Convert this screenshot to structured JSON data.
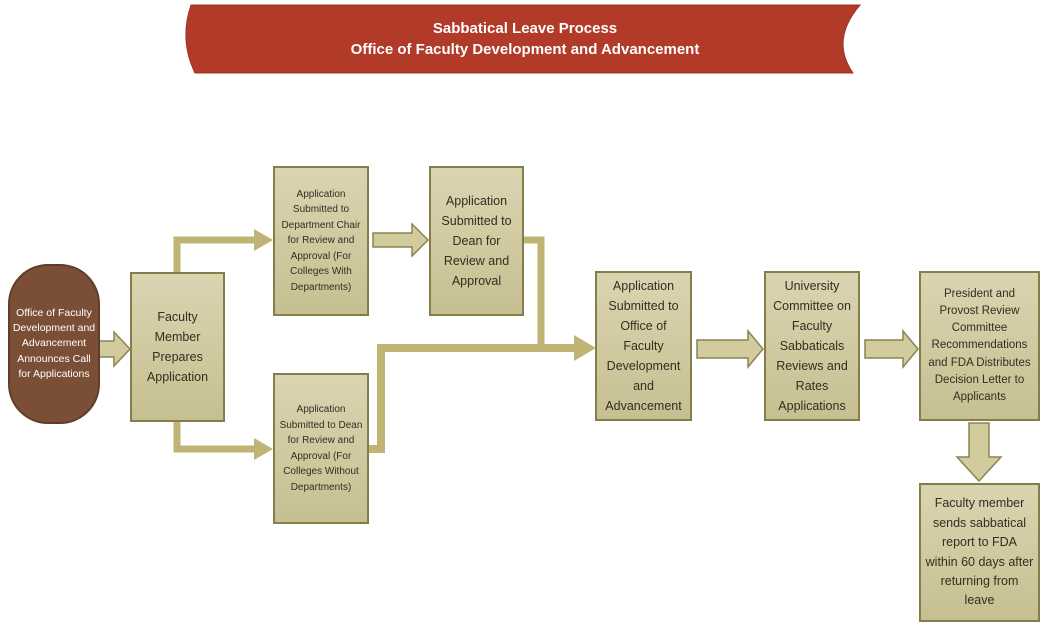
{
  "banner": {
    "title_line1": "Sabbatical Leave Process",
    "title_line2": "Office of Faculty Development and Advancement"
  },
  "nodes": {
    "start": {
      "label": "Office of Faculty Development and Advancement Announces Call for Applications"
    },
    "prepare": {
      "label": "Faculty Member Prepares Application"
    },
    "dept_chair": {
      "label": "Application Submitted to Department Chair for Review and Approval (For Colleges With Departments)"
    },
    "dean_with_depts": {
      "label": "Application Submitted to Dean for Review and Approval"
    },
    "dean_without_depts": {
      "label": "Application Submitted to Dean for Review and Approval (For Colleges Without Departments)"
    },
    "fda_office": {
      "label": "Application Submitted to Office of Faculty Development and Advancement"
    },
    "committee": {
      "label": "University Committee on Faculty Sabbaticals Reviews and Rates Applications"
    },
    "president_provost": {
      "label": "President and Provost Review Committee Recommendations and FDA Distributes Decision Letter to Applicants"
    },
    "report": {
      "label": "Faculty member sends sabbatical report to FDA within 60 days after returning from leave"
    }
  },
  "colors": {
    "banner-red": "#b23a28",
    "banner-border": "#9e331f",
    "node-fill": "#d0c99f",
    "node-fill-light": "#dad4b2",
    "node-border": "#837e4a",
    "node-text": "#332e20",
    "start-fill": "#7a4f35",
    "start-border": "#5f3d29",
    "start-text": "#ffffff",
    "connector": "#bfb474",
    "block-arrow-fill": "#d2cb9e",
    "block-arrow-border": "#8a8452"
  }
}
